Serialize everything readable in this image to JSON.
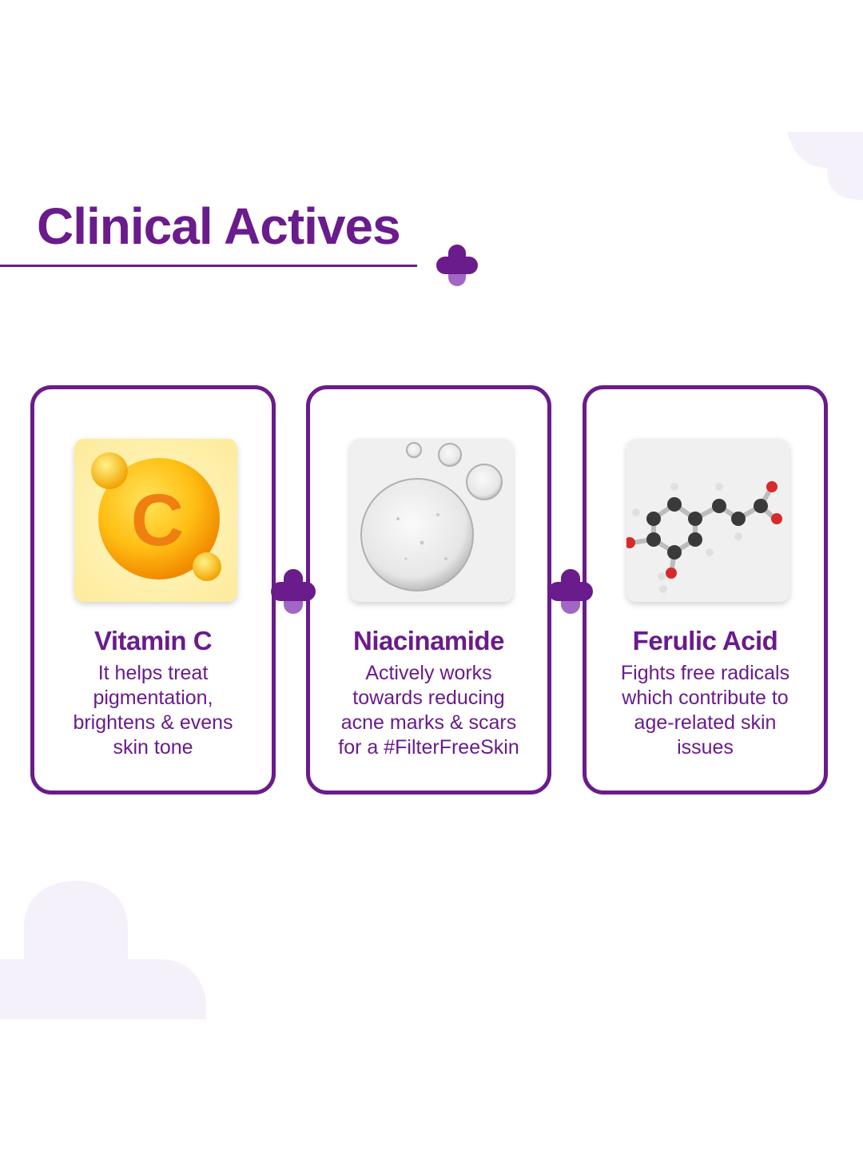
{
  "header": {
    "title": "Clinical Actives"
  },
  "colors": {
    "brand_purple": "#6a1b8c",
    "accent_light_purple": "#a266c6",
    "background_blob": "#f5f1fa"
  },
  "cards": [
    {
      "name": "Vitamin C",
      "description": "It helps treat\npigmentation,\nbrightens & evens\nskin tone",
      "icon": "vitamin-c-orb-icon"
    },
    {
      "name": "Niacinamide",
      "description": "Actively works\ntowards reducing\nacne marks & scars\nfor a #FilterFreeSkin",
      "icon": "serum-droplet-icon"
    },
    {
      "name": "Ferulic Acid",
      "description": "Fights free radicals\nwhich contribute to\nage-related skin\nissues",
      "icon": "molecule-icon"
    }
  ]
}
